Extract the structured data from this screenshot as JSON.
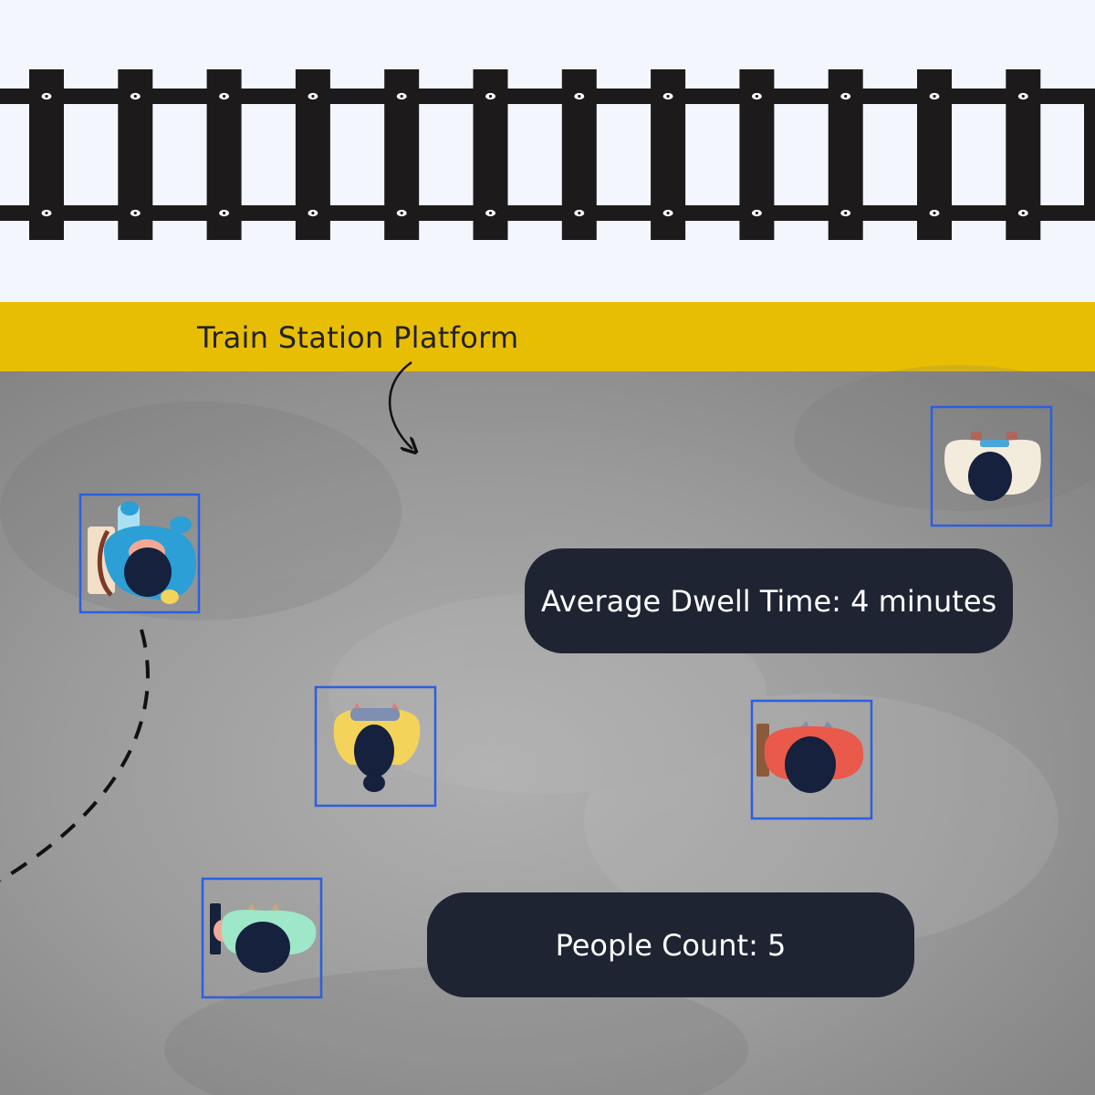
{
  "platform": {
    "label": "Train Station Platform"
  },
  "metrics": {
    "dwell_label": "Average Dwell Time: 4 minutes",
    "count_label": "People Count: 5"
  },
  "colors": {
    "sky": "#f3f6fc",
    "track": "#1c1a1b",
    "platform_edge": "#e8be05",
    "floor": "#9a9a9a",
    "pill": "#1f2433",
    "detection_box": "#2b5fe0"
  },
  "people": [
    {
      "id": "person-teal-seated",
      "shirt": "#2c9fd6"
    },
    {
      "id": "person-cream",
      "shirt": "#f3ecdc"
    },
    {
      "id": "person-yellow",
      "shirt": "#f3d35a"
    },
    {
      "id": "person-red",
      "shirt": "#ea5a4b"
    },
    {
      "id": "person-mint",
      "shirt": "#9ee7c9"
    }
  ]
}
